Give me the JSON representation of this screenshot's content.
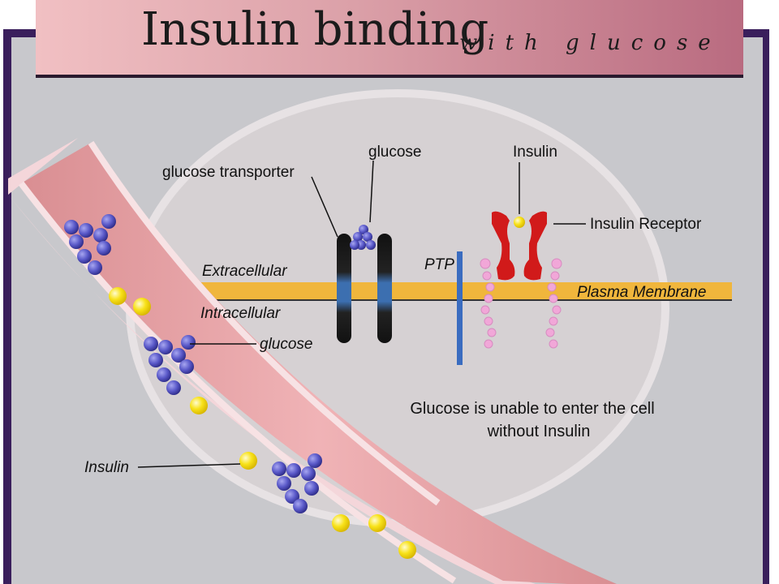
{
  "title": {
    "main": "Insulin binding",
    "sub": "with glucose"
  },
  "labels": {
    "glucose_top": "glucose",
    "insulin_top": "Insulin",
    "glucose_transporter": "glucose transporter",
    "insulin_receptor": "Insulin Receptor",
    "extracellular": "Extracellular",
    "intracellular": "Intracellular",
    "ptp": "PTP",
    "plasma_membrane": "Plasma Membrane",
    "glucose_vessel": "glucose",
    "insulin_vessel": "Insulin"
  },
  "caption": {
    "line1": "Glucose is unable to enter the cell",
    "line2": "without Insulin"
  },
  "colors": {
    "background": "#c8c8cc",
    "frame": "#3a1f5c",
    "cell": "#d6d1d3",
    "membrane": "#f0b63c",
    "vessel": "#e6a3a6",
    "glucose": "#5a59c9",
    "insulin": "#f8e21a",
    "receptor": "#d11a1a",
    "ptp": "#3a6cc0",
    "transporter": "#1a1a1a"
  }
}
